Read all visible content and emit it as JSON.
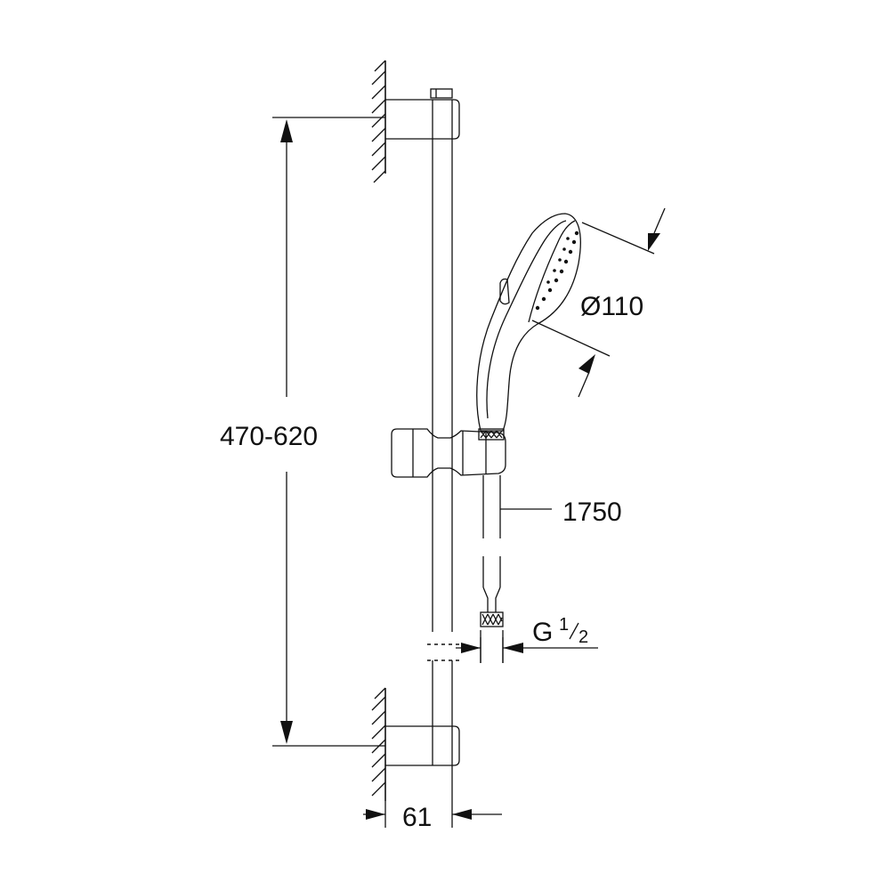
{
  "dimensions": {
    "height_range": "470-620",
    "head_diameter": "Ø110",
    "hose_length": "1750",
    "connection_prefix": "G",
    "connection_num": "1",
    "connection_den": "2",
    "wall_offset": "61"
  },
  "colors": {
    "line": "#111111",
    "background": "#ffffff"
  }
}
